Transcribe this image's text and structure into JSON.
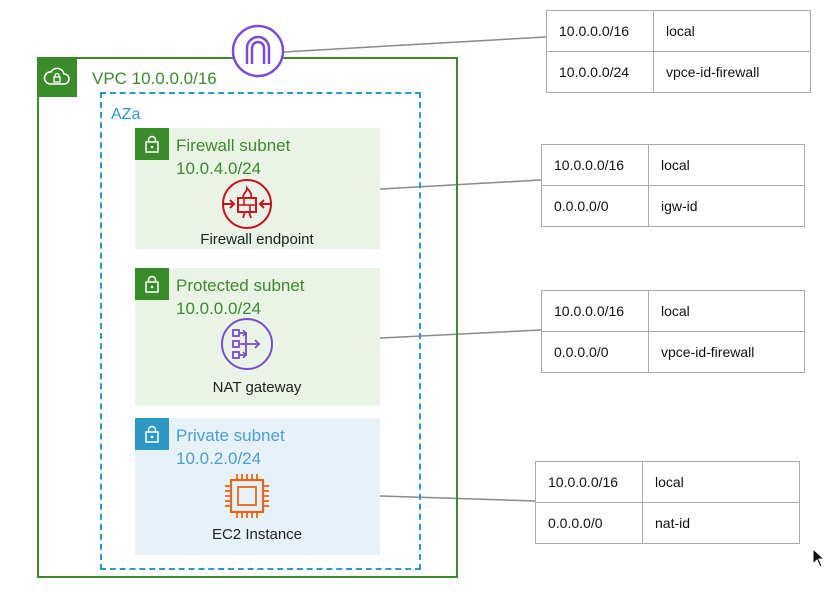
{
  "vpc": {
    "label": "VPC 10.0.0.0/16",
    "icon": "vpc-cloud-lock-icon",
    "color": "#3a8c2b"
  },
  "az": {
    "label": "AZa",
    "color": "#2d97c5"
  },
  "internet_gateway": {
    "icon": "internet-gateway-icon",
    "color": "#7b4ccf"
  },
  "subnets": [
    {
      "name": "Firewall subnet",
      "cidr": "10.0.4.0/24",
      "resource": "Firewall endpoint",
      "icon": "firewall-endpoint-icon",
      "icon_color": "#c7131f"
    },
    {
      "name": "Protected subnet",
      "cidr": "10.0.0.0/24",
      "resource": "NAT gateway",
      "icon": "nat-gateway-icon",
      "icon_color": "#7b4ccf"
    },
    {
      "name": "Private subnet",
      "cidr": "10.0.2.0/24",
      "resource": "EC2 Instance",
      "icon": "ec2-instance-icon",
      "icon_color": "#e8661b"
    }
  ],
  "route_tables": [
    {
      "rows": [
        [
          "10.0.0.0/16",
          "local"
        ],
        [
          "10.0.0.0/24",
          "vpce-id-firewall"
        ]
      ]
    },
    {
      "rows": [
        [
          "10.0.0.0/16",
          "local"
        ],
        [
          "0.0.0.0/0",
          "igw-id"
        ]
      ]
    },
    {
      "rows": [
        [
          "10.0.0.0/16",
          "local"
        ],
        [
          "0.0.0.0/0",
          "vpce-id-firewall"
        ]
      ]
    },
    {
      "rows": [
        [
          "10.0.0.0/16",
          "local"
        ],
        [
          "0.0.0.0/0",
          "nat-id"
        ]
      ]
    }
  ]
}
